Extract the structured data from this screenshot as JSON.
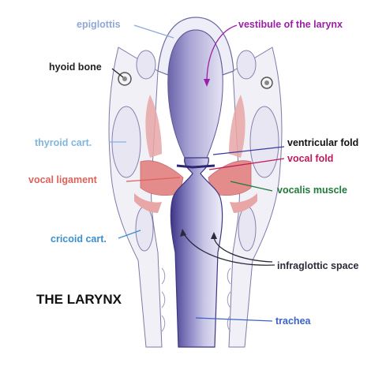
{
  "title": "THE LARYNX",
  "labels": {
    "epiglottis": "epiglottis",
    "vestibule": "vestibule of the larynx",
    "hyoid": "hyoid bone",
    "thyroid": "thyroid cart.",
    "ventricular": "ventricular fold",
    "vocal_fold": "vocal fold",
    "vocal_ligament": "vocal ligament",
    "vocalis": "vocalis muscle",
    "cricoid": "cricoid cart.",
    "infraglottic": "infraglottic space",
    "trachea": "trachea"
  },
  "colors": {
    "epiglottis": "#8fa9d4",
    "vestibule": "#9b1fa6",
    "hyoid": "#222222",
    "thyroid": "#7eb6dd",
    "ventricular": "#111111",
    "vocal_fold": "#c0185a",
    "vocal_ligament": "#e0605a",
    "vocalis": "#1f7a3a",
    "cricoid": "#3a8fd0",
    "infraglottic": "#2a2a3a",
    "trachea": "#3a62c8",
    "airway": "#5a4fa0",
    "cartilage": "#e8e6f2",
    "muscle": "#e89a9a"
  }
}
